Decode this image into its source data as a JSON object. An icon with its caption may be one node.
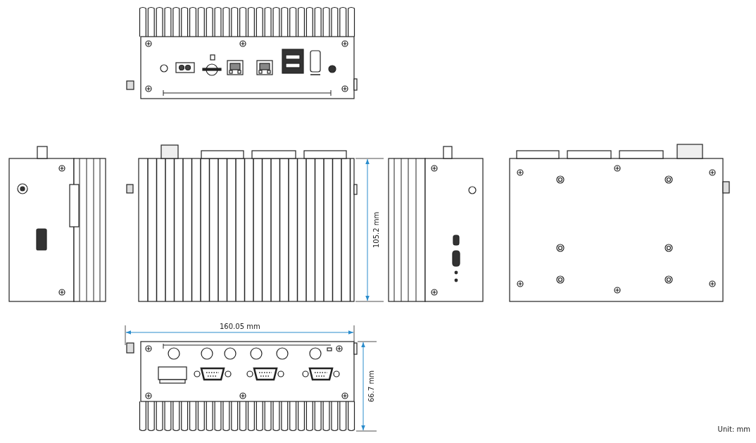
{
  "diagram": {
    "labels": [
      "160.05 mm",
      "105.2 mm",
      "66.7 mm",
      "Unit: mm"
    ]
  }
}
